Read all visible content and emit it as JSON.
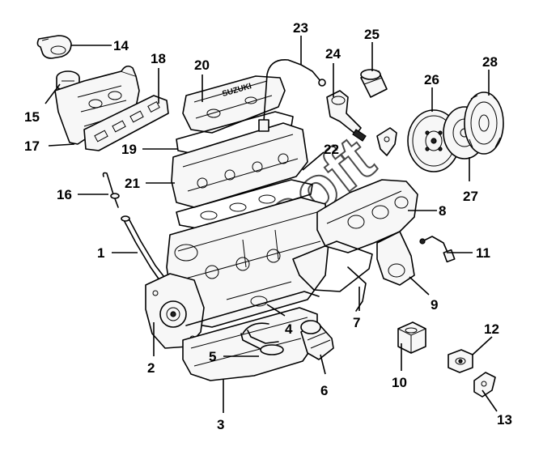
{
  "callouts": {
    "c1": "1",
    "c2": "2",
    "c3": "3",
    "c4": "4",
    "c5": "5",
    "c6": "6",
    "c7": "7",
    "c8": "8",
    "c9": "9",
    "c10": "10",
    "c11": "11",
    "c12": "12",
    "c13": "13",
    "c14": "14",
    "c15": "15",
    "c16": "16",
    "c17": "17",
    "c18": "18",
    "c19": "19",
    "c20": "20",
    "c21": "21",
    "c22": "22",
    "c23": "23",
    "c24": "24",
    "c25": "25",
    "c26": "26",
    "c27": "27",
    "c28": "28"
  },
  "cover_stamp": "SUZUKI",
  "watermark": "Autosoft"
}
